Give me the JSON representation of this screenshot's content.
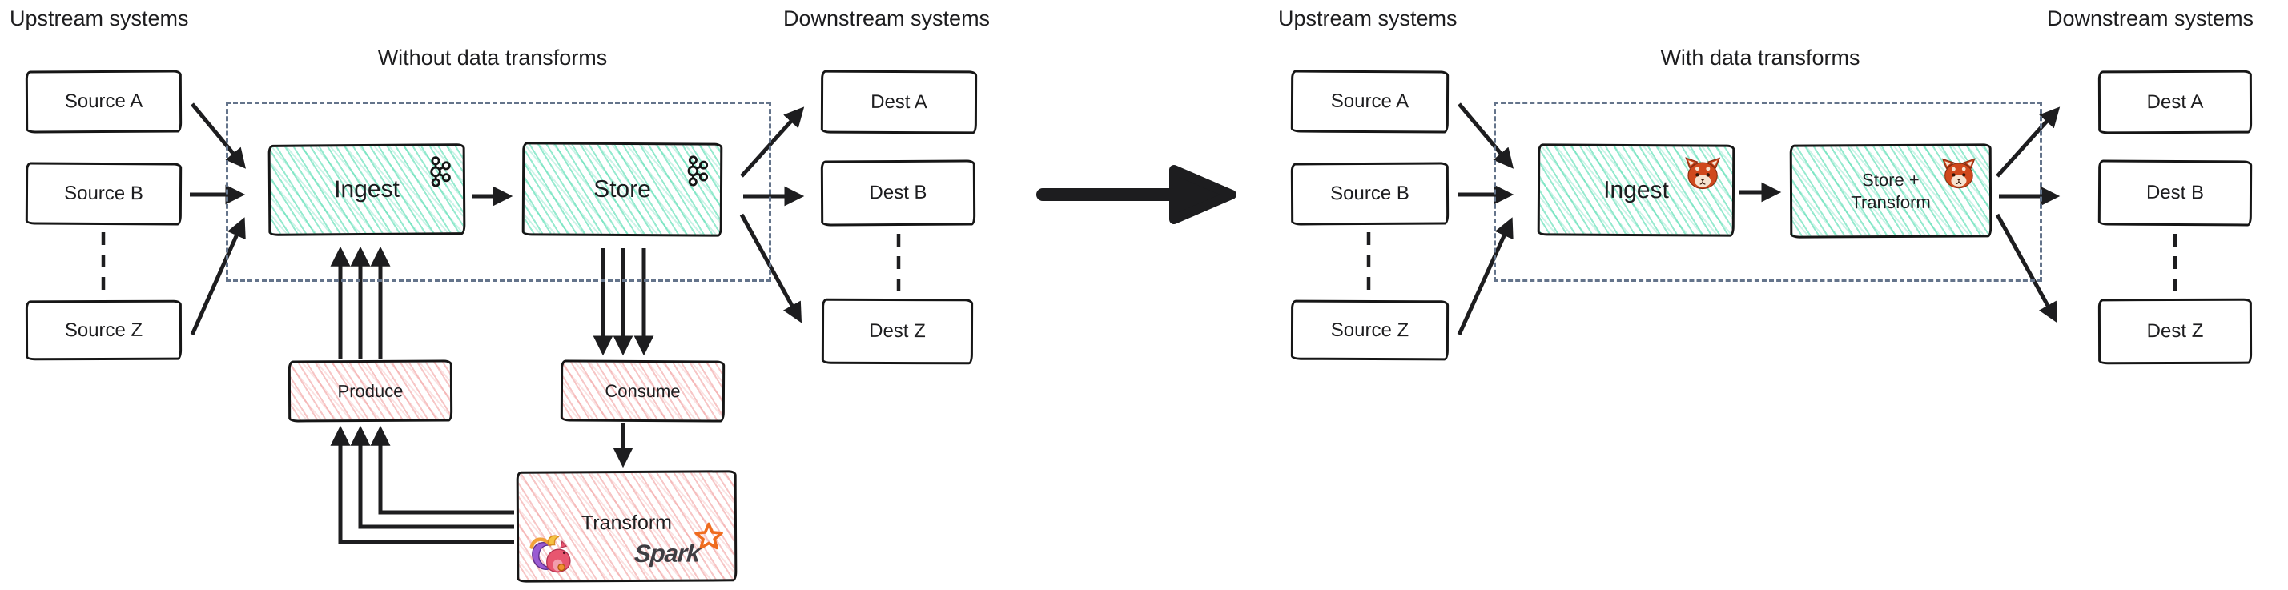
{
  "left": {
    "upstream_label": "Upstream systems",
    "downstream_label": "Downstream systems",
    "title": "Without data transforms",
    "sources": [
      "Source A",
      "Source B",
      "Source Z"
    ],
    "dests": [
      "Dest A",
      "Dest B",
      "Dest Z"
    ],
    "ingest_label": "Ingest",
    "store_label": "Store",
    "produce_label": "Produce",
    "consume_label": "Consume",
    "transform_label": "Transform",
    "spark_label": "Spark"
  },
  "right": {
    "upstream_label": "Upstream systems",
    "downstream_label": "Downstream systems",
    "title": "With data transforms",
    "sources": [
      "Source A",
      "Source B",
      "Source Z"
    ],
    "dests": [
      "Dest A",
      "Dest B",
      "Dest Z"
    ],
    "ingest_label": "Ingest",
    "store_line1": "Store +",
    "store_line2": "Transform"
  },
  "icons": {
    "kafka": "kafka-logo",
    "redpanda": "redpanda-logo",
    "flink": "flink-squirrel-logo",
    "spark": "spark-star-logo"
  },
  "colors": {
    "ink": "#1d1d1f",
    "hatch_green": "#40d9a8",
    "hatch_pink": "#ef8d8d",
    "dashed_border": "#64748b",
    "spark_orange": "#ef6c1f",
    "panda_orange": "#d0491d"
  }
}
